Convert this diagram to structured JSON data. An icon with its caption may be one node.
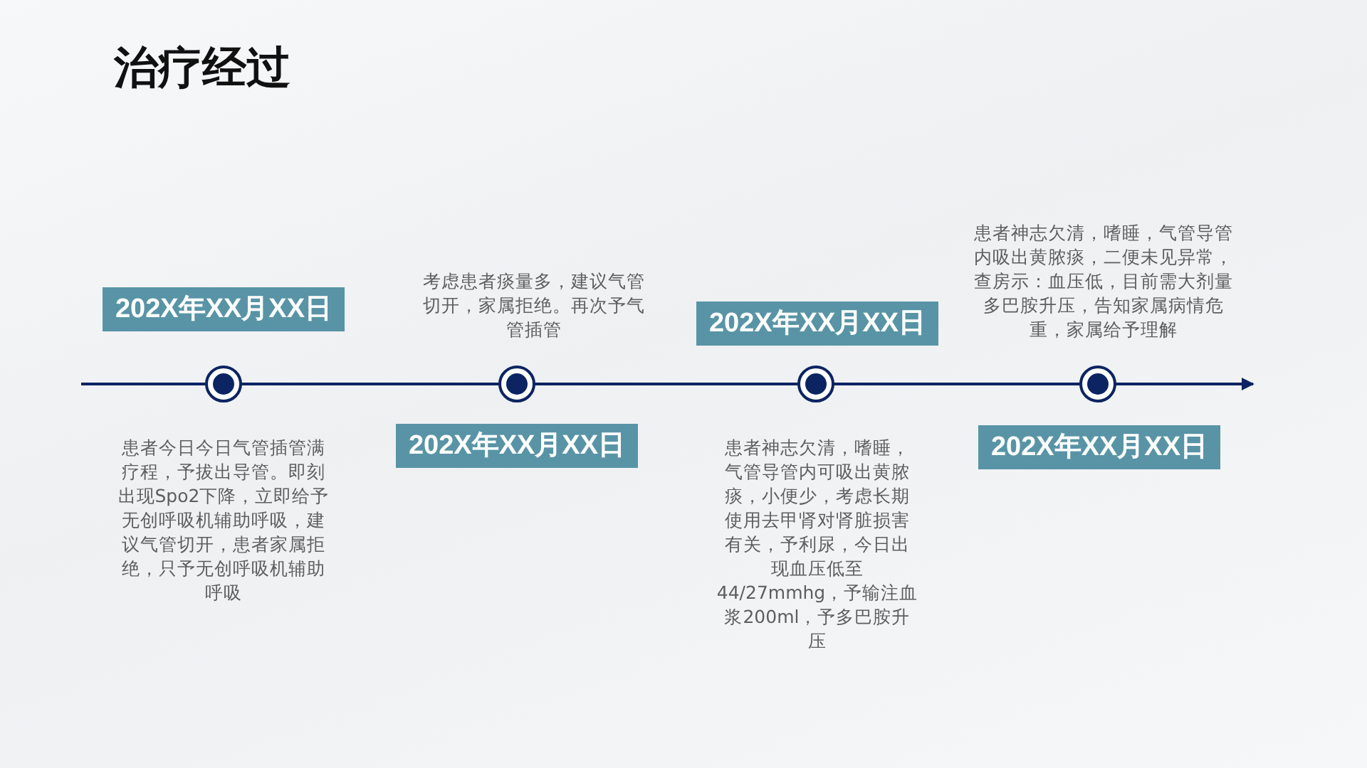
{
  "diagram": {
    "title": "治疗经过",
    "nodes": [
      {
        "text": [
          "202X年XX月XX日"
        ]
      },
      {
        "text": [
          "202X年XX月XX日"
        ]
      },
      {
        "text": [
          "202X年XX月XX日"
        ]
      },
      {
        "text": [
          "202X年XX月XX日"
        ]
      }
    ],
    "labels": [
      "患者今日今日气管插管满疗程，予拔出导管。即刻出现Spo2下降，立即给予无创呼吸机辅助呼吸，建议气管切开，患者家属拒绝，只予无创呼吸机辅助呼吸",
      "考虑患者痰量多，建议气管切开，家属拒绝。再次予气管插管",
      "患者神志欠清，嗜睡，气管导管内可吸出黄脓痰，小便少，考虑长期使用去甲肾对肾脏损害有关，予利尿，今日出现血压低至44/27mmhg，予输注血浆200ml，予多巴胺升压",
      "患者神志欠清，嗜睡，气管导管内吸出黄脓痰，二便未见异常，查房示：血压低，目前需大剂量多巴胺升压，告知家属病情危重，家属给予理解"
    ]
  }
}
